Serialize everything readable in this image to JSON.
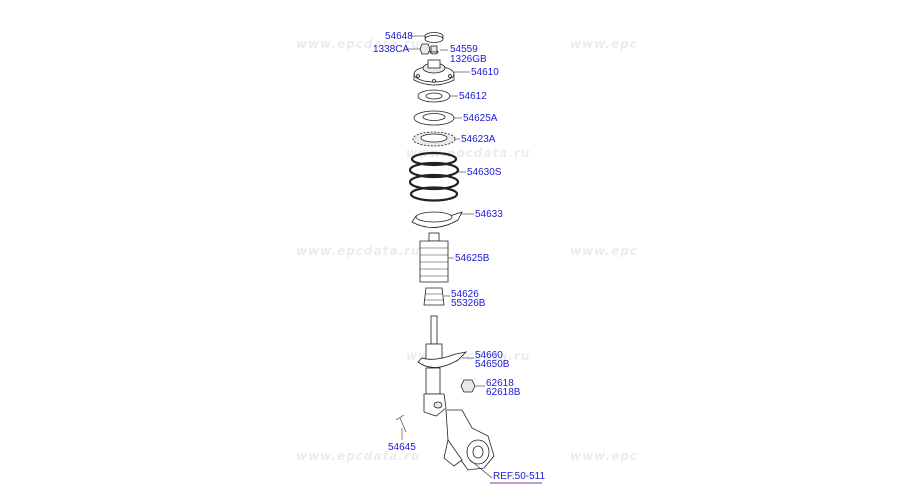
{
  "watermark": "www.epcdata.ru",
  "watermark_cut": "www.epc",
  "labels": {
    "p54648": "54648",
    "p1338CA": "1338CA",
    "p54559": "54559",
    "p1326GB": "1326GB",
    "p54610": "54610",
    "p54612": "54612",
    "p54625A": "54625A",
    "p54623A": "54623A",
    "p54630S": "54630S",
    "p54633": "54633",
    "p54625B": "54625B",
    "p54626": "54626",
    "p55326B": "55326B",
    "p54660": "54660",
    "p54650B": "54650B",
    "p62618": "62618",
    "p62618B": "62618B",
    "p54645": "54645"
  },
  "ref_link": "REF.50-511",
  "colors": {
    "label": "#1a1ad0",
    "ref_underline": "#7a3fb0",
    "watermark": "#ececec"
  }
}
